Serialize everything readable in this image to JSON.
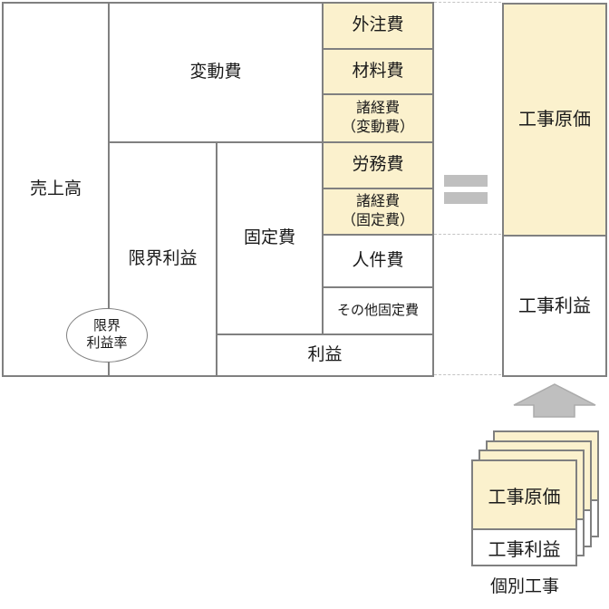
{
  "colors": {
    "yellow": "#FBF1CD",
    "border": "#808080",
    "gray": "#BFBFBF",
    "lightgray": "#C4C4C4",
    "text": "#1A1A1A"
  },
  "pl_table": {
    "sales": "売上高",
    "variable_cost": "変動費",
    "marginal_profit": "限界利益",
    "fixed_cost": "固定費",
    "profit": "利益",
    "marginal_profit_rate": "限界\n利益率",
    "sub_items": [
      {
        "label": "外注費",
        "highlighted": true
      },
      {
        "label": "材料費",
        "highlighted": true
      },
      {
        "label": "諸経費\n（変動費）",
        "highlighted": true
      },
      {
        "label": "労務費",
        "highlighted": true
      },
      {
        "label": "諸経費\n（固定費）",
        "highlighted": true
      },
      {
        "label": "人件費",
        "highlighted": false
      },
      {
        "label": "その他固定費",
        "highlighted": false
      }
    ]
  },
  "right_box": {
    "construction_cost": "工事原価",
    "construction_profit": "工事利益"
  },
  "stack": {
    "construction_cost": "工事原価",
    "construction_profit": "工事利益",
    "caption": "個別工事"
  }
}
